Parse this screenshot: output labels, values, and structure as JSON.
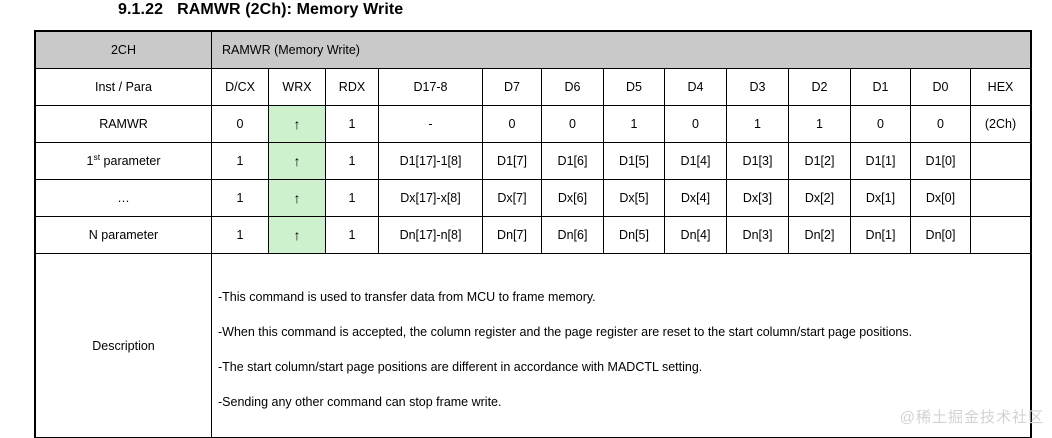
{
  "page_title": {
    "number": "9.1.22",
    "text": "RAMWR (2Ch): Memory Write"
  },
  "table": {
    "header": {
      "left_label": "2CH",
      "right_label": "RAMWR (Memory Write)"
    },
    "columns": [
      "Inst / Para",
      "D/CX",
      "WRX",
      "RDX",
      "D17-8",
      "D7",
      "D6",
      "D5",
      "D4",
      "D3",
      "D2",
      "D1",
      "D0",
      "HEX"
    ],
    "rows": [
      {
        "name": "RAMWR",
        "name_sup": "",
        "cells": [
          "0",
          "↑",
          "1",
          "-",
          "0",
          "0",
          "1",
          "0",
          "1",
          "1",
          "0",
          "0",
          "(2Ch)"
        ]
      },
      {
        "name": "1",
        "name_sup": "st",
        "name_tail": " parameter",
        "cells": [
          "1",
          "↑",
          "1",
          "D1[17]-1[8]",
          "D1[7]",
          "D1[6]",
          "D1[5]",
          "D1[4]",
          "D1[3]",
          "D1[2]",
          "D1[1]",
          "D1[0]",
          ""
        ]
      },
      {
        "name": "…",
        "name_sup": "",
        "cells": [
          "1",
          "↑",
          "1",
          "Dx[17]-x[8]",
          "Dx[7]",
          "Dx[6]",
          "Dx[5]",
          "Dx[4]",
          "Dx[3]",
          "Dx[2]",
          "Dx[1]",
          "Dx[0]",
          ""
        ]
      },
      {
        "name": "N parameter",
        "name_sup": "",
        "cells": [
          "1",
          "↑",
          "1",
          "Dn[17]-n[8]",
          "Dn[7]",
          "Dn[6]",
          "Dn[5]",
          "Dn[4]",
          "Dn[3]",
          "Dn[2]",
          "Dn[1]",
          "Dn[0]",
          ""
        ]
      }
    ],
    "description": {
      "label": "Description",
      "lines": [
        "-This command is used to transfer data from MCU to frame memory.",
        "-When this command is accepted, the column register and the page register are reset to the start column/start page positions.",
        "-The start column/start page positions are different in accordance with MADCTL setting.",
        "-Sending any other command can stop frame write."
      ]
    }
  },
  "watermark": "@稀土掘金技术社区",
  "colors": {
    "header_gray": "#c9c9c9",
    "wrx_green": "#cdf0cd",
    "border": "#000000",
    "watermark_gray": "#d2d2d2"
  }
}
